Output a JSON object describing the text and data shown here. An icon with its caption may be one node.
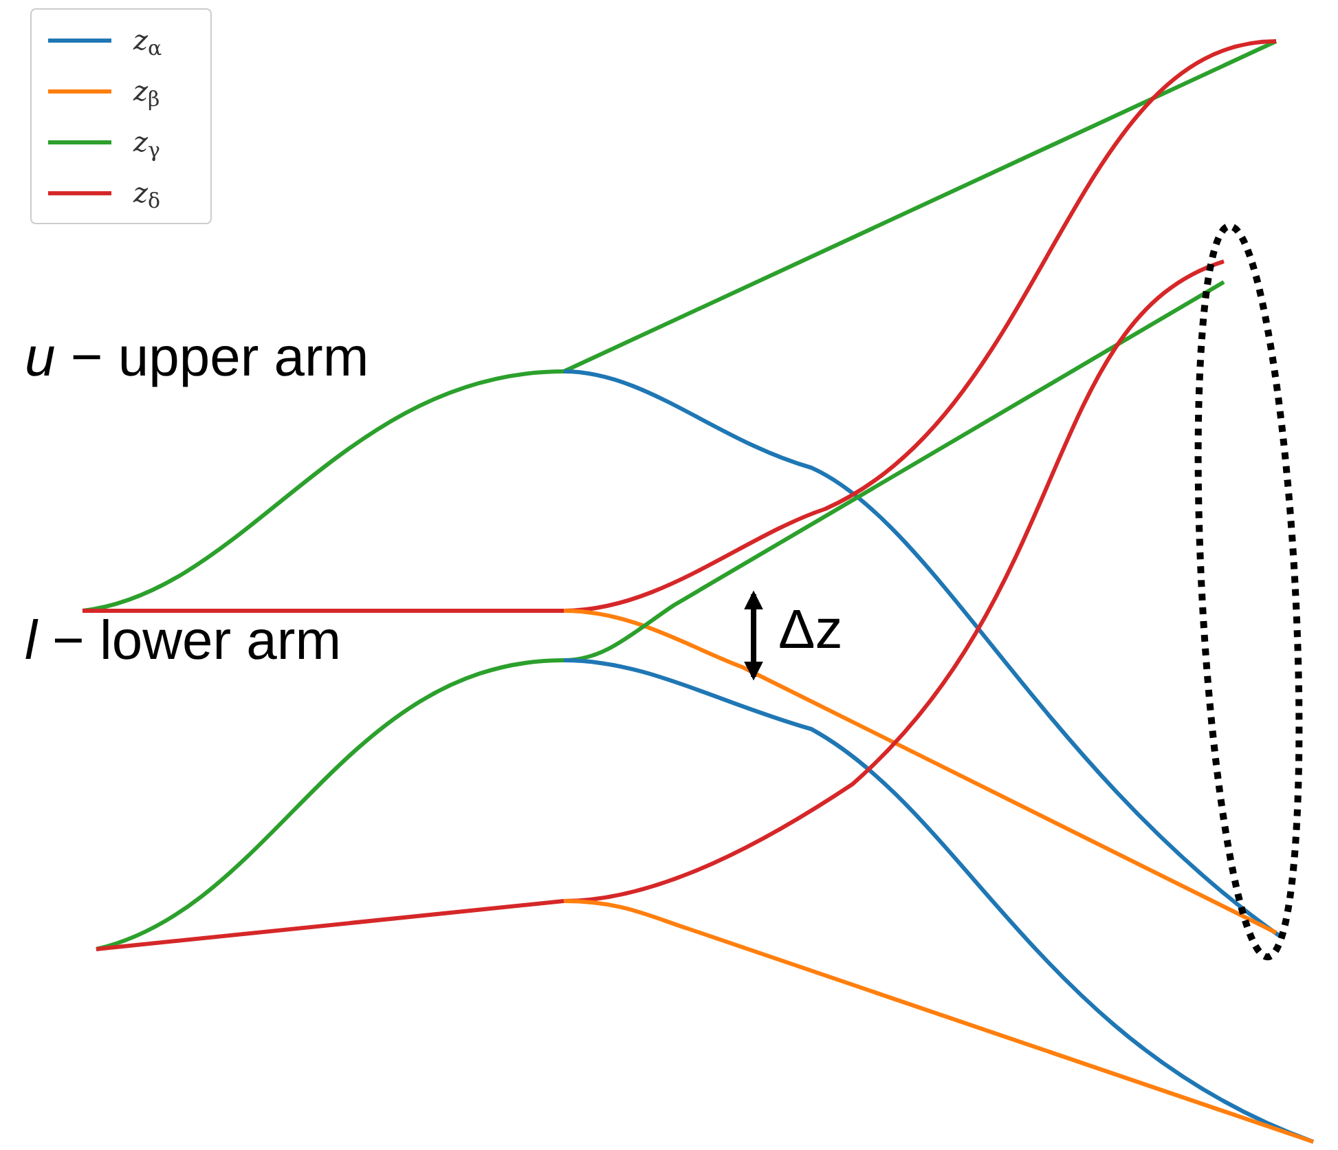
{
  "diagram": {
    "labels": [
      "*u* − upper arm",
      "*l* − lower arm",
      "Δz"
    ],
    "legend": [
      {
        "text": "*z*$_{α}$",
        "color": "#1f77b4"
      },
      {
        "text": "*z*$_{β}$",
        "color": "#ff7f0e"
      },
      {
        "text": "*z*$_{γ}$",
        "color": "#2ca02c"
      },
      {
        "text": "*z*$_{δ}$",
        "color": "#d62728"
      }
    ]
  }
}
